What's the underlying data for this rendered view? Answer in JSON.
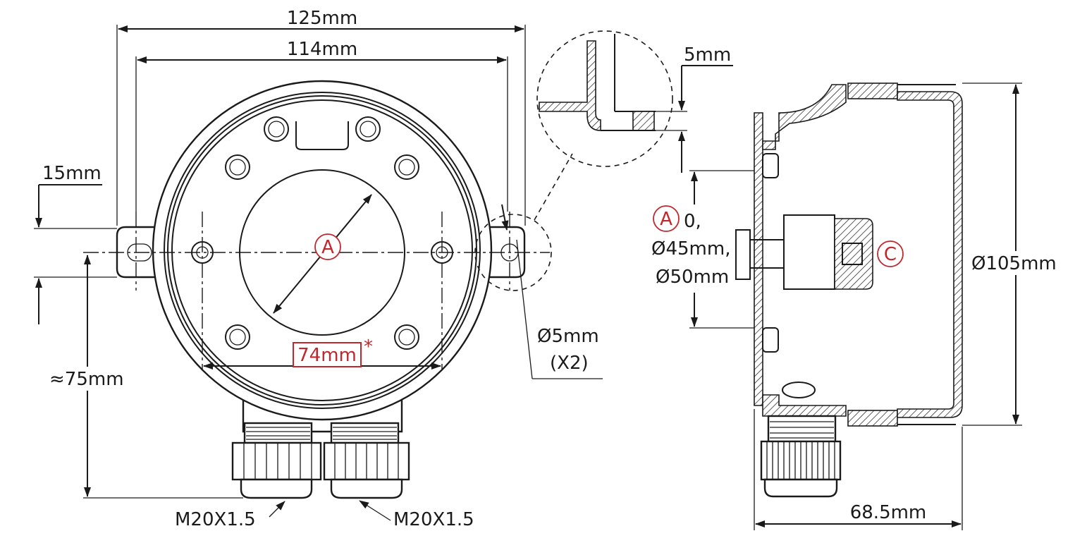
{
  "dimensions": {
    "width_125": "125mm",
    "width_114": "114mm",
    "tab_15": "15mm",
    "height_75": "≈75mm",
    "bolt_74": "74mm",
    "bolt_74_mark": "*",
    "hole_5": "Ø5mm",
    "hole_count": "(X2)",
    "wall_5": "5mm",
    "gland_left": "M20X1.5",
    "gland_right": "M20X1.5",
    "opt_a_line1": "0,",
    "opt_a_line2": "Ø45mm,",
    "opt_a_line3": "Ø50mm",
    "diameter_105": "Ø105mm",
    "depth_68": "68.5mm"
  },
  "callouts": {
    "a_front": "A",
    "a_side": "A",
    "c_side": "C"
  },
  "colors": {
    "line": "#1a1a1a",
    "accent": "#c0282e"
  }
}
